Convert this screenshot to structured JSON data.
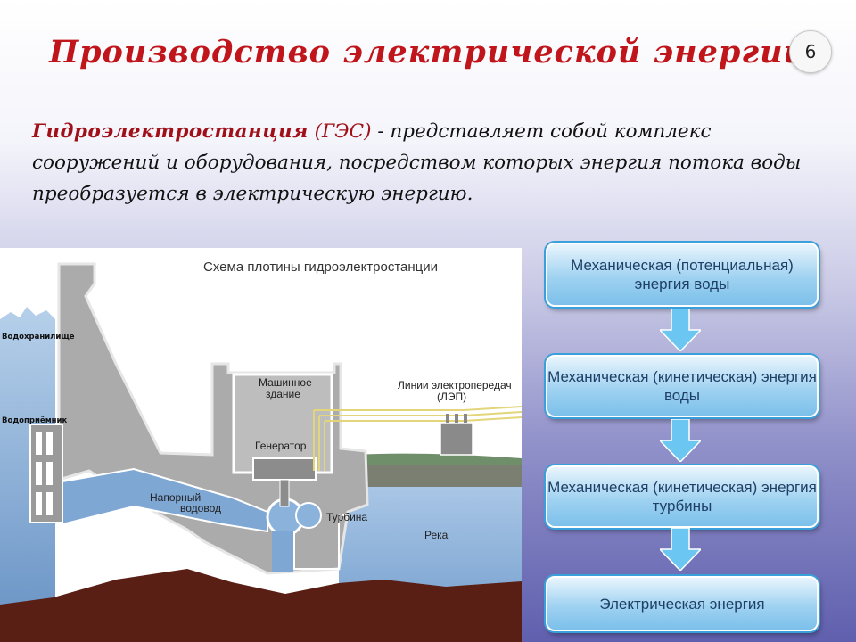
{
  "slide": {
    "title": "Производство электрической энергии",
    "page_number": "6"
  },
  "definition": {
    "term": "Гидроэлектростанция",
    "abbr": "(ГЭС)",
    "dash": " - ",
    "text": " представляет собой комплекс сооружений и оборудования, посредством которых энергия потока воды преобразуется в электрическую энергию."
  },
  "scheme": {
    "title": "Схема плотины гидроэлектростанции",
    "labels": {
      "reservoir": "Водохранилище",
      "intake": "Водоприёмник",
      "machine_hall_1": "Машинное",
      "machine_hall_2": "здание",
      "power_lines_1": "Линии электропередач",
      "power_lines_2": "(ЛЭП)",
      "generator": "Генератор",
      "penstock_1": "Напорный",
      "penstock_2": "водовод",
      "turbine": "Турбина",
      "river": "Река"
    },
    "colors": {
      "water": "#8ab0d8",
      "dam": "#aeaeae",
      "ground": "#5a1f14"
    }
  },
  "flow": {
    "steps": [
      "Механическая (потенциальная) энергия воды",
      "Механическая (кинетическая) энергия воды",
      "Механическая (кинетическая) энергия турбины",
      "Электрическая энергия"
    ]
  }
}
